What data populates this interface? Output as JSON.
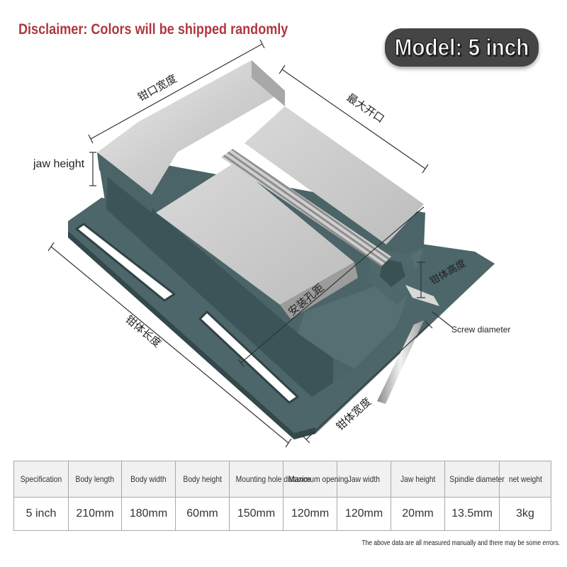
{
  "header": {
    "disclaimer": "Disclaimer: Colors will be shipped randomly",
    "model": "Model: 5 inch"
  },
  "product": {
    "labels": {
      "jaw_width": "钳口宽度",
      "max_opening": "最大开口",
      "jaw_height": "jaw height",
      "mounting_hole_distance": "安装孔距",
      "body_height": "钳体高度",
      "screw_diameter": "Screw diameter",
      "body_length": "钳体长度",
      "body_width": "钳体宽度"
    },
    "colors": {
      "body": "#4b6467",
      "body_dark": "#344a4d",
      "steel": "#c9c9c9",
      "steel_light": "#e3e3e3"
    }
  },
  "table": {
    "headers": [
      "Specification",
      "Body length",
      "Body width",
      "Body height",
      "Mounting hole distance",
      "Maximum opening",
      "Jaw width",
      "Jaw height",
      "Spindle diameter",
      "net weight"
    ],
    "rows": [
      [
        "5 inch",
        "210mm",
        "180mm",
        "60mm",
        "150mm",
        "120mm",
        "120mm",
        "20mm",
        "13.5mm",
        "3kg"
      ]
    ]
  },
  "footnote": "The above data are all measured manually and there may be some errors."
}
